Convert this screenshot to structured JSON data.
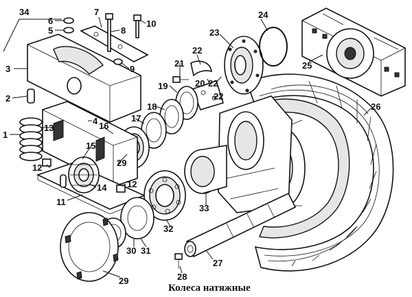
{
  "caption": "Колеса натяжные",
  "labels": [
    {
      "id": "34",
      "text": "34"
    },
    {
      "id": "6",
      "text": "6"
    },
    {
      "id": "5",
      "text": "5"
    },
    {
      "id": "7",
      "text": "7"
    },
    {
      "id": "8",
      "text": "8"
    },
    {
      "id": "10",
      "text": "10"
    },
    {
      "id": "9",
      "text": "9"
    },
    {
      "id": "3",
      "text": "3"
    },
    {
      "id": "2",
      "text": "2"
    },
    {
      "id": "4",
      "text": "4"
    },
    {
      "id": "1",
      "text": "1"
    },
    {
      "id": "13",
      "text": "13"
    },
    {
      "id": "16",
      "text": "16"
    },
    {
      "id": "17",
      "text": "17"
    },
    {
      "id": "18",
      "text": "18"
    },
    {
      "id": "19",
      "text": "19"
    },
    {
      "id": "21",
      "text": "21"
    },
    {
      "id": "22a",
      "text": "22"
    },
    {
      "id": "20",
      "text": "20"
    },
    {
      "id": "22b",
      "text": "22"
    },
    {
      "id": "22c",
      "text": "22"
    },
    {
      "id": "23",
      "text": "23"
    },
    {
      "id": "24",
      "text": "24"
    },
    {
      "id": "25",
      "text": "25"
    },
    {
      "id": "26",
      "text": "26"
    },
    {
      "id": "15",
      "text": "15"
    },
    {
      "id": "29a",
      "text": "29"
    },
    {
      "id": "12a",
      "text": "12"
    },
    {
      "id": "12b",
      "text": "12"
    },
    {
      "id": "14",
      "text": "14"
    },
    {
      "id": "11",
      "text": "11"
    },
    {
      "id": "32",
      "text": "32"
    },
    {
      "id": "33",
      "text": "33"
    },
    {
      "id": "30",
      "text": "30"
    },
    {
      "id": "31",
      "text": "31"
    },
    {
      "id": "27",
      "text": "27"
    },
    {
      "id": "28",
      "text": "28"
    },
    {
      "id": "29b",
      "text": "29"
    }
  ]
}
